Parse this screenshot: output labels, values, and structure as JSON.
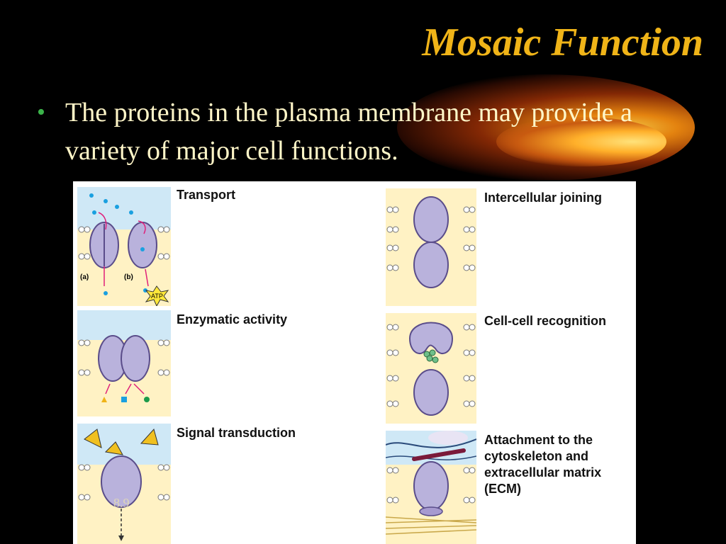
{
  "slide": {
    "title": "Mosaic Function",
    "bullet": "The proteins in the plasma membrane may provide a variety of major cell functions."
  },
  "figure": {
    "panels": [
      {
        "label": "Transport",
        "sub_labels": [
          "(a)",
          "(b)"
        ],
        "badge": "ATP"
      },
      {
        "label": "Enzymatic activity"
      },
      {
        "label": "Signal transduction"
      },
      {
        "label": "Intercellular joining"
      },
      {
        "label": "Cell-cell recognition"
      },
      {
        "label": "Attachment to the cytoskeleton and extracellular matrix (ECM)"
      }
    ],
    "watermark": "8.9"
  },
  "colors": {
    "background": "#000000",
    "title": "#f0b418",
    "bullet_text": "#fff6c8",
    "bullet_dot": "#3bb34a",
    "protein": "#b9b2dc",
    "membrane_band": "#fff2c4",
    "extracellular": "#cfe8f6"
  }
}
